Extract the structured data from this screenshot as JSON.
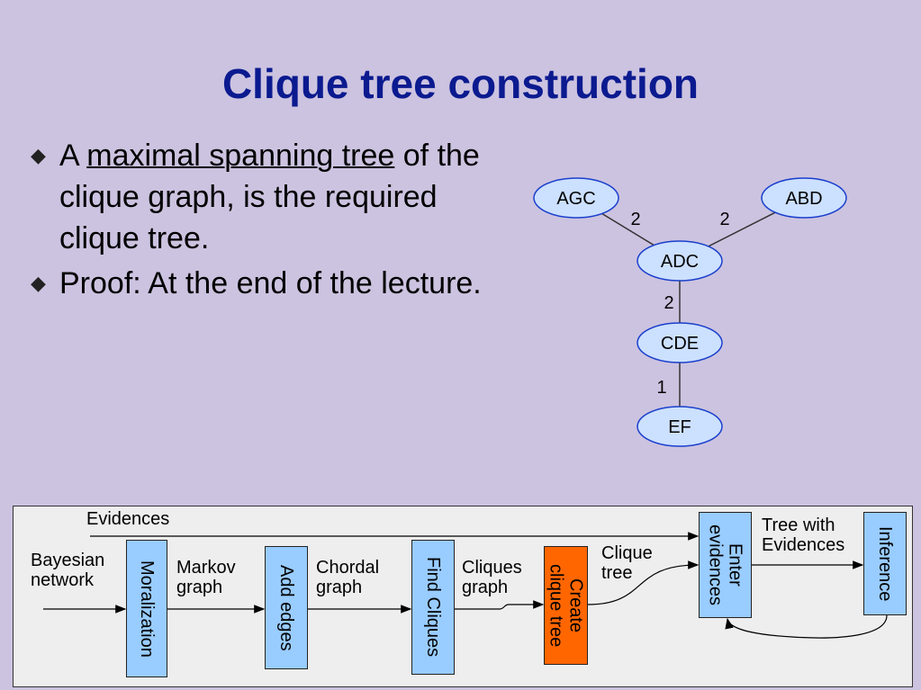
{
  "title": "Clique tree construction",
  "bullets": {
    "b1_prefix": "A ",
    "b1_link": "maximal spanning tree",
    "b1_rest": "of the clique graph, is the required clique tree.",
    "b2": "Proof: At the end of the lecture."
  },
  "tree": {
    "nodes": {
      "agc": "AGC",
      "abd": "ABD",
      "adc": "ADC",
      "cde": "CDE",
      "ef": "EF"
    },
    "weights": {
      "agc_adc": "2",
      "abd_adc": "2",
      "adc_cde": "2",
      "cde_ef": "1"
    },
    "node_color": "#cce0ff"
  },
  "flow": {
    "evidences": "Evidences",
    "bayesian_network": "Bayesian\nnetwork",
    "markov_graph": "Markov\ngraph",
    "chordal_graph": "Chordal\ngraph",
    "cliques_graph": "Cliques\ngraph",
    "clique_tree": "Clique\ntree",
    "tree_with_evidences": "Tree with\nEvidences",
    "steps": {
      "moralization": "Moralization",
      "add_edges": "Add edges",
      "find_cliques": "Find Cliques",
      "create_clique_tree": "Create\nclique tree",
      "enter_evidences": "Enter\nevidences",
      "inference": "Inference"
    },
    "colors": {
      "step": "#99ccff",
      "highlight": "#ff6600",
      "panel": "#eeeeee"
    }
  }
}
